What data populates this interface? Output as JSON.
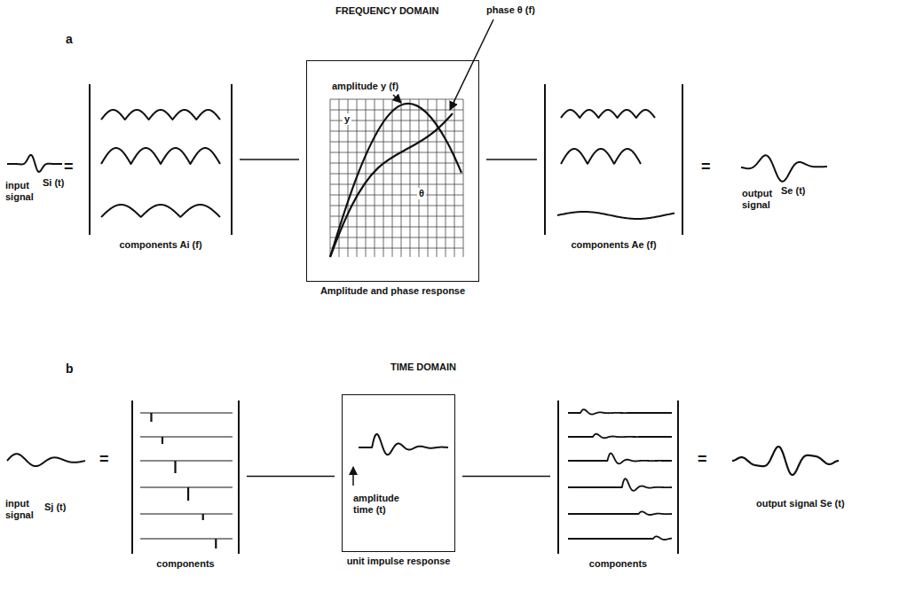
{
  "diagram": {
    "nodes": [
      {
        "text": [
          "components Ai (f)"
        ]
      },
      {
        "text": [
          "amplitude y (f)",
          "Amplitude and phase response"
        ]
      },
      {
        "text": [
          "components Ae (f)"
        ]
      },
      {
        "text": [
          "components"
        ]
      },
      {
        "text": [
          "amplitude time (t)",
          "unit impulse response"
        ]
      },
      {
        "text": [
          "components"
        ]
      }
    ],
    "edges": [
      {
        "from": 0,
        "to": 1,
        "arrow": "none"
      },
      {
        "from": 1,
        "to": 2,
        "arrow": "none"
      },
      {
        "from": 3,
        "to": 4,
        "arrow": "none"
      },
      {
        "from": 4,
        "to": 5,
        "arrow": "none"
      }
    ],
    "labels": [
      "FREQUENCY DOMAIN",
      "a",
      "input signal",
      "Si (t)",
      "=",
      "phase θ (f)",
      "y",
      "θ",
      "=",
      "output signal",
      "Se (t)",
      "TIME DOMAIN",
      "b",
      "input signal",
      "Sj (t)",
      "=",
      "=",
      "output signal Se (t)"
    ]
  }
}
